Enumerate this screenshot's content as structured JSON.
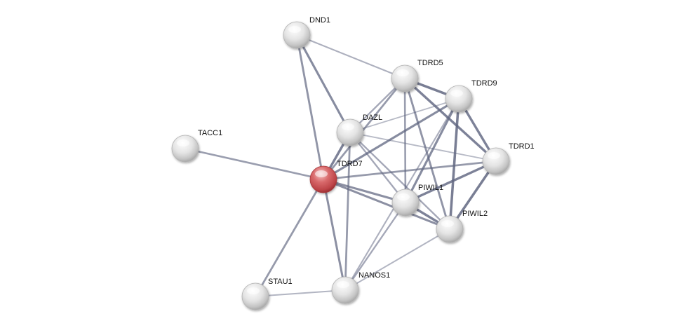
{
  "network": {
    "query_color": "#d4595c",
    "node_color": "#e6e6e6",
    "edge_color": "#5f6580",
    "nodes": [
      {
        "id": "DND1",
        "label": "DND1",
        "query": false
      },
      {
        "id": "TDRD5",
        "label": "TDRD5",
        "query": false
      },
      {
        "id": "TDRD9",
        "label": "TDRD9",
        "query": false
      },
      {
        "id": "DAZL",
        "label": "DAZL",
        "query": false
      },
      {
        "id": "TACC1",
        "label": "TACC1",
        "query": false
      },
      {
        "id": "TDRD1",
        "label": "TDRD1",
        "query": false
      },
      {
        "id": "TDRD7",
        "label": "TDRD7",
        "query": true
      },
      {
        "id": "PIWIL1",
        "label": "PIWIL1",
        "query": false
      },
      {
        "id": "PIWIL2",
        "label": "PIWIL2",
        "query": false
      },
      {
        "id": "NANOS1",
        "label": "NANOS1",
        "query": false
      },
      {
        "id": "STAU1",
        "label": "STAU1",
        "query": false
      }
    ],
    "edges": [
      {
        "source": "DND1",
        "target": "TDRD5",
        "weight": 0.35
      },
      {
        "source": "DND1",
        "target": "DAZL",
        "weight": 0.75
      },
      {
        "source": "DND1",
        "target": "TDRD7",
        "weight": 0.65
      },
      {
        "source": "TDRD5",
        "target": "TDRD9",
        "weight": 0.9
      },
      {
        "source": "TDRD5",
        "target": "TDRD1",
        "weight": 0.85
      },
      {
        "source": "TDRD5",
        "target": "DAZL",
        "weight": 0.45
      },
      {
        "source": "TDRD5",
        "target": "TDRD7",
        "weight": 0.6
      },
      {
        "source": "TDRD5",
        "target": "PIWIL1",
        "weight": 0.55
      },
      {
        "source": "TDRD5",
        "target": "PIWIL2",
        "weight": 0.65
      },
      {
        "source": "TDRD9",
        "target": "TDRD1",
        "weight": 0.85
      },
      {
        "source": "TDRD9",
        "target": "DAZL",
        "weight": 0.25
      },
      {
        "source": "TDRD9",
        "target": "TDRD7",
        "weight": 0.75
      },
      {
        "source": "TDRD9",
        "target": "PIWIL1",
        "weight": 0.75
      },
      {
        "source": "TDRD9",
        "target": "PIWIL2",
        "weight": 0.9
      },
      {
        "source": "TDRD9",
        "target": "NANOS1",
        "weight": 0.35
      },
      {
        "source": "DAZL",
        "target": "TDRD1",
        "weight": 0.25
      },
      {
        "source": "DAZL",
        "target": "TDRD7",
        "weight": 0.85
      },
      {
        "source": "DAZL",
        "target": "PIWIL1",
        "weight": 0.45
      },
      {
        "source": "DAZL",
        "target": "PIWIL2",
        "weight": 0.45
      },
      {
        "source": "DAZL",
        "target": "NANOS1",
        "weight": 0.6
      },
      {
        "source": "TACC1",
        "target": "TDRD7",
        "weight": 0.55
      },
      {
        "source": "TDRD1",
        "target": "TDRD7",
        "weight": 0.6
      },
      {
        "source": "TDRD1",
        "target": "PIWIL1",
        "weight": 0.85
      },
      {
        "source": "TDRD1",
        "target": "PIWIL2",
        "weight": 0.9
      },
      {
        "source": "TDRD7",
        "target": "PIWIL1",
        "weight": 0.7
      },
      {
        "source": "TDRD7",
        "target": "PIWIL2",
        "weight": 0.7
      },
      {
        "source": "TDRD7",
        "target": "NANOS1",
        "weight": 0.7
      },
      {
        "source": "TDRD7",
        "target": "STAU1",
        "weight": 0.6
      },
      {
        "source": "PIWIL1",
        "target": "PIWIL2",
        "weight": 0.85
      },
      {
        "source": "PIWIL1",
        "target": "NANOS1",
        "weight": 0.45
      },
      {
        "source": "PIWIL2",
        "target": "NANOS1",
        "weight": 0.3
      },
      {
        "source": "NANOS1",
        "target": "STAU1",
        "weight": 0.3
      }
    ]
  }
}
